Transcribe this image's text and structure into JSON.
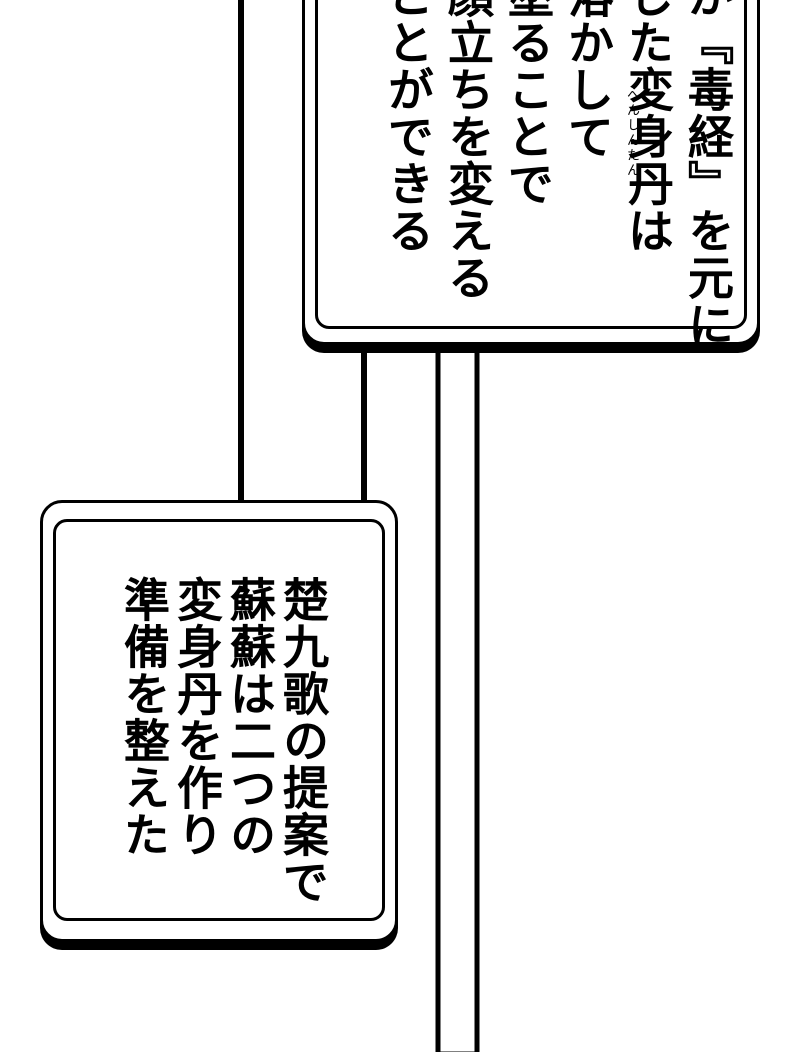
{
  "captions": {
    "top": {
      "text": "が『毒経』を元に\nした変身丹は\n溶かして\n塗ることで\n顔立ちを変える\nことができる",
      "ruby": "へんしんたん"
    },
    "bottom": {
      "text": "楚九歌の提案で\n蘇蘇は二つの\n変身丹を作り\n準備を整えた"
    }
  },
  "colors": {
    "ink": "#000000",
    "paper": "#ffffff"
  }
}
